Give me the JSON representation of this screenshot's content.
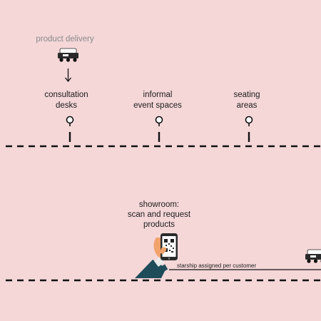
{
  "top_note": "product delivery",
  "stations": [
    {
      "line1": "consultation",
      "line2": "desks"
    },
    {
      "line1": "informal",
      "line2": "event spaces"
    },
    {
      "line1": "seating",
      "line2": "areas"
    }
  ],
  "showroom": {
    "line1": "showroom:",
    "line2": "scan and request",
    "line3": "products"
  },
  "assignment_text": "starship assigned  per customer",
  "icons": {
    "robot": "delivery-robot-icon",
    "arrow": "down-arrow-icon",
    "pin": "location-pin-icon",
    "phone": "qr-phone-icon"
  }
}
